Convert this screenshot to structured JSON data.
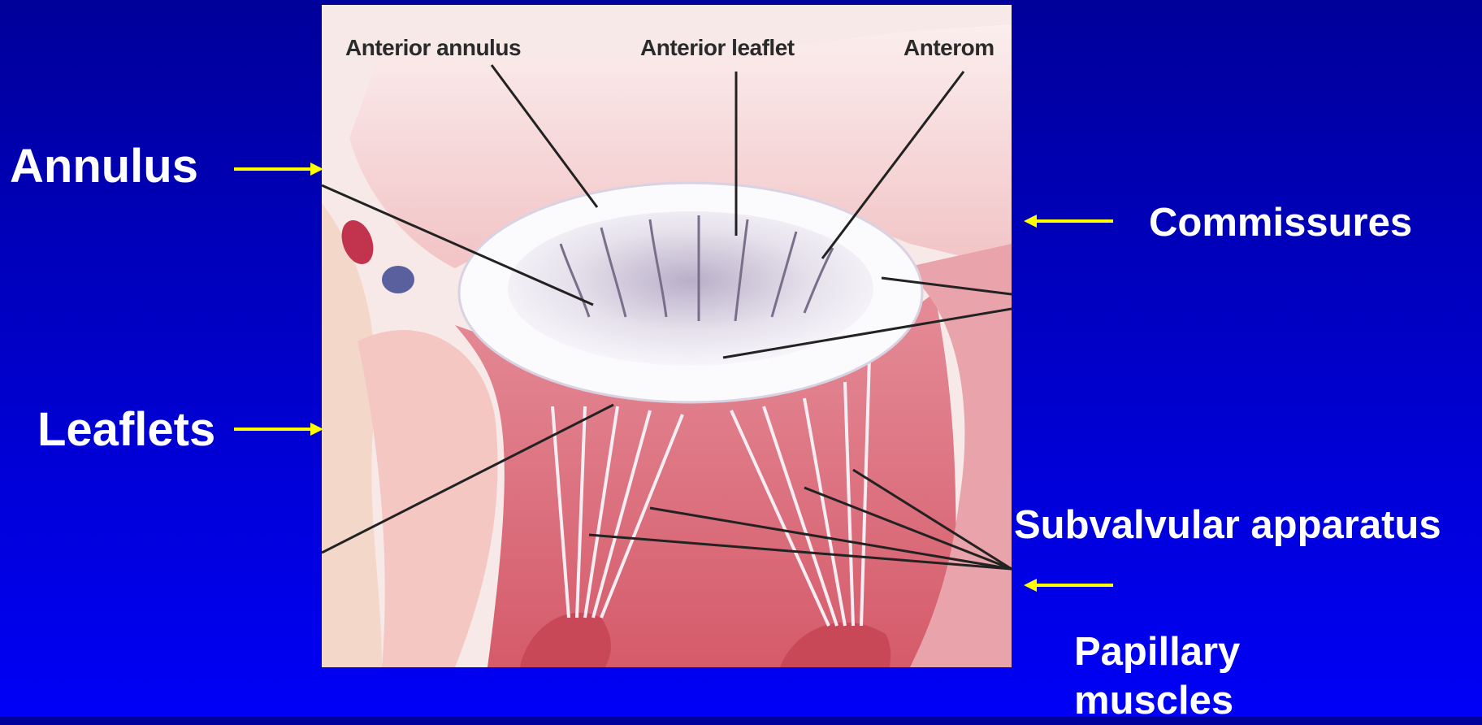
{
  "slide": {
    "background_top": "#00009a",
    "background_bottom": "#0000f6",
    "label_color": "#ffffff",
    "arrow_color": "#ffff00"
  },
  "side_labels": {
    "annulus": "Annulus",
    "leaflets": "Leaflets",
    "commissures": "Commissures",
    "subvalvular": "Subvalvular apparatus",
    "papillary_line1": "Papillary",
    "papillary_line2": "muscles"
  },
  "illustration": {
    "label_anterior_annulus": "Anterior annulus",
    "label_anterior_leaflet": "Anterior leaflet",
    "label_anterom": "Anterom",
    "colors": {
      "paper": "#f4e6e4",
      "pink_tissue": "#f2b9bb",
      "muscle": "#cf5a68",
      "valve_white": "#f6f3f7",
      "vessel_red": "#c2344e",
      "vessel_blue": "#5a5f9e"
    }
  }
}
